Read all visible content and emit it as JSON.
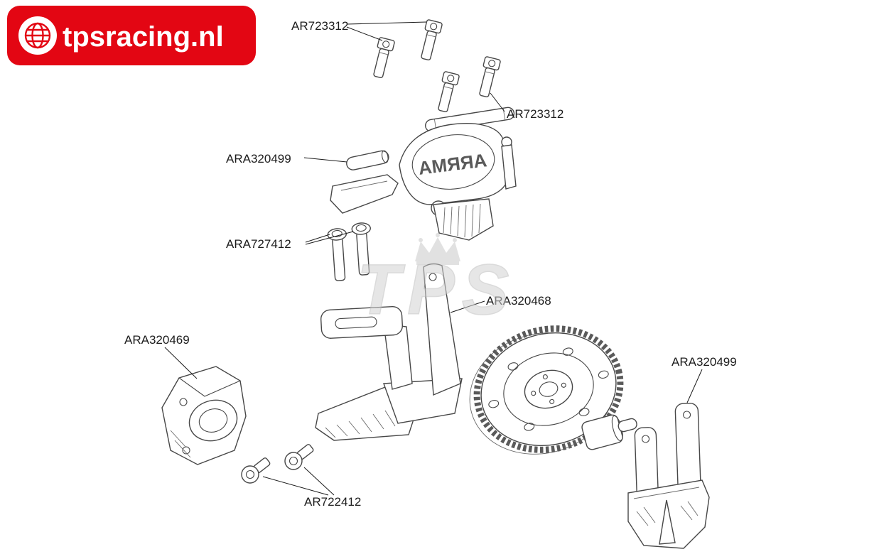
{
  "logo": {
    "text": "tpsracing.nl",
    "bg_color": "#e30613",
    "text_color": "#ffffff"
  },
  "watermark": {
    "text": "TPS",
    "color": "#d9d9d9"
  },
  "diagram": {
    "part_brand_text": "ARRMA",
    "line_color": "#474747",
    "labels": {
      "screws_top": "AR723312",
      "screws_top2": "AR723312",
      "pin": "ARA320499",
      "shoulder_screws": "ARA727412",
      "center_bracket": "ARA320468",
      "motor_clamp": "ARA320469",
      "right_bracket": "ARA320499",
      "button_screws": "AR722412"
    }
  }
}
